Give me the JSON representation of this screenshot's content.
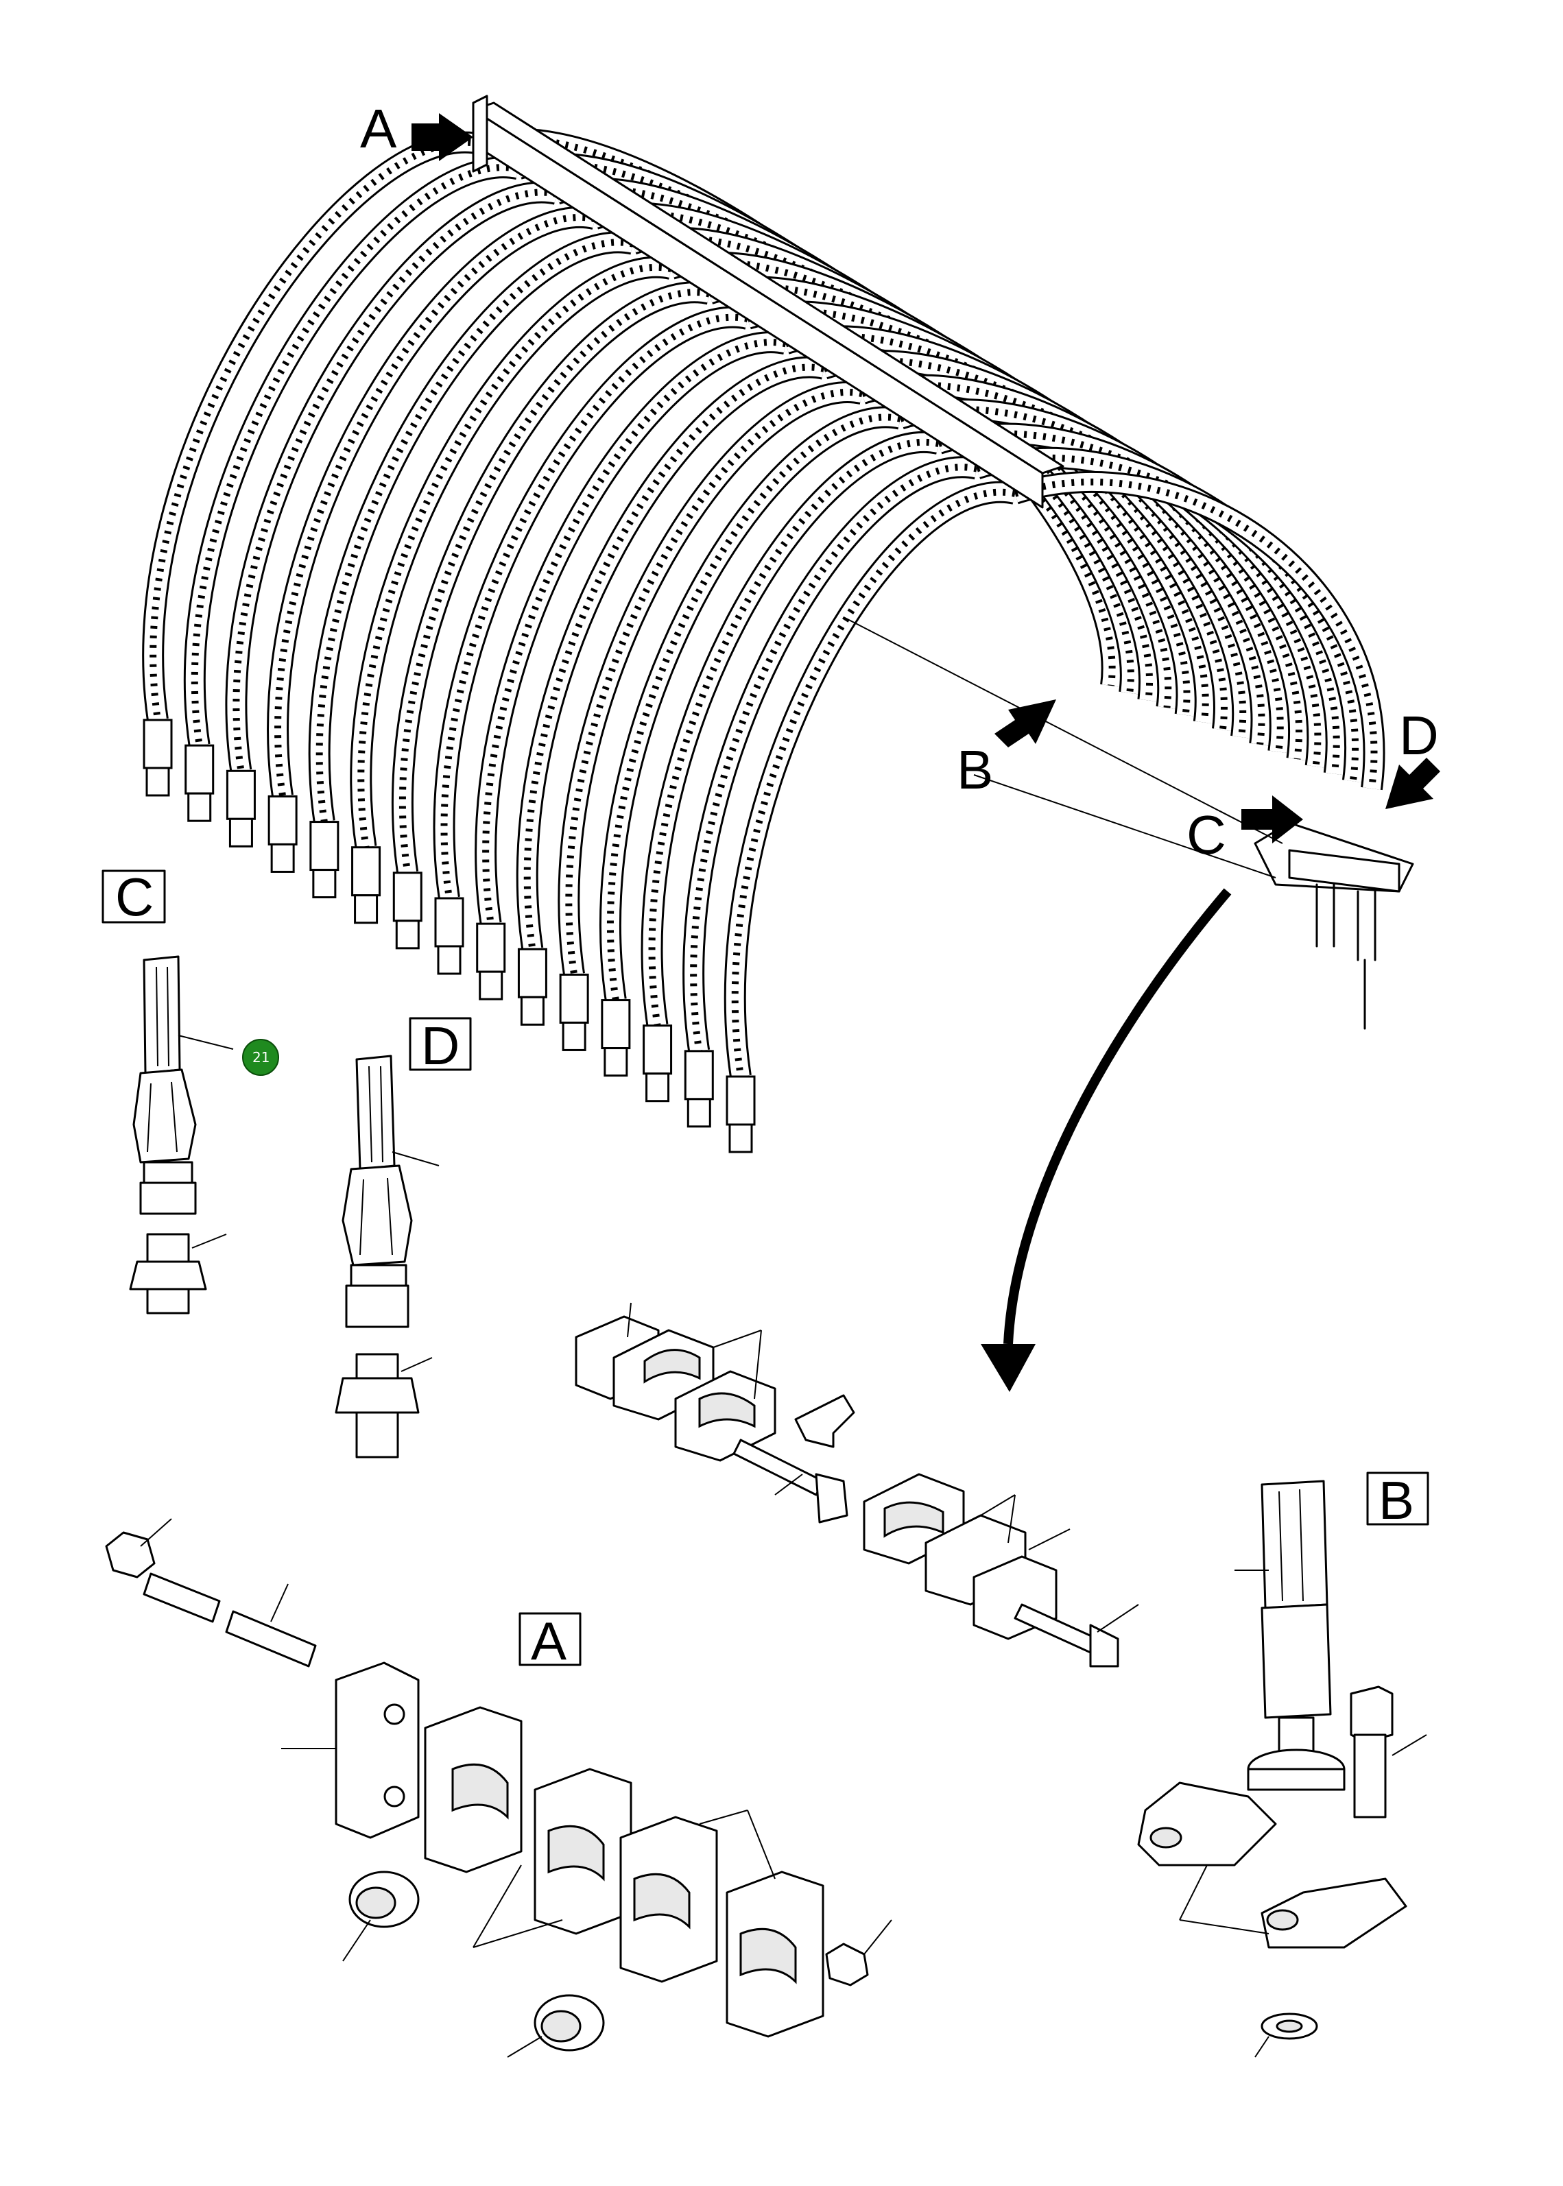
{
  "callouts": {
    "a": "A",
    "b": "B",
    "c": "C",
    "d": "D"
  },
  "detail_titles": {
    "a": "A",
    "b": "B",
    "c": "C",
    "d": "D"
  },
  "item_badge": {
    "number": "21",
    "color": "#1f8a1f"
  },
  "colors": {
    "line": "#000000",
    "background": "#ffffff"
  }
}
